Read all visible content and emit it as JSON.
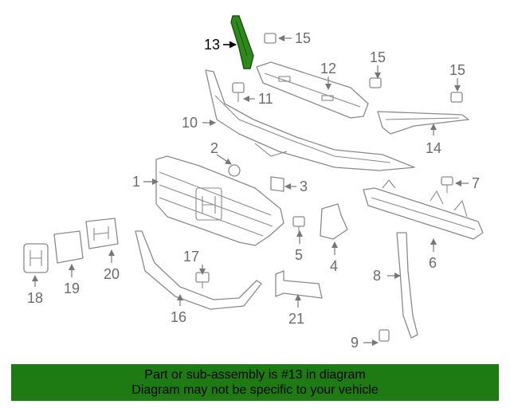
{
  "diagram": {
    "highlight_part": "13",
    "highlight_color": "#2d8a1a",
    "callouts": [
      "1",
      "2",
      "3",
      "4",
      "5",
      "6",
      "7",
      "8",
      "9",
      "10",
      "11",
      "12",
      "13",
      "14",
      "15",
      "15",
      "15",
      "16",
      "17",
      "18",
      "19",
      "20",
      "21"
    ]
  },
  "banner": {
    "line1": "Part or sub-assembly is #13 in diagram",
    "line2": "Diagram may not be specific to your vehicle",
    "color": "#1e7a12"
  }
}
